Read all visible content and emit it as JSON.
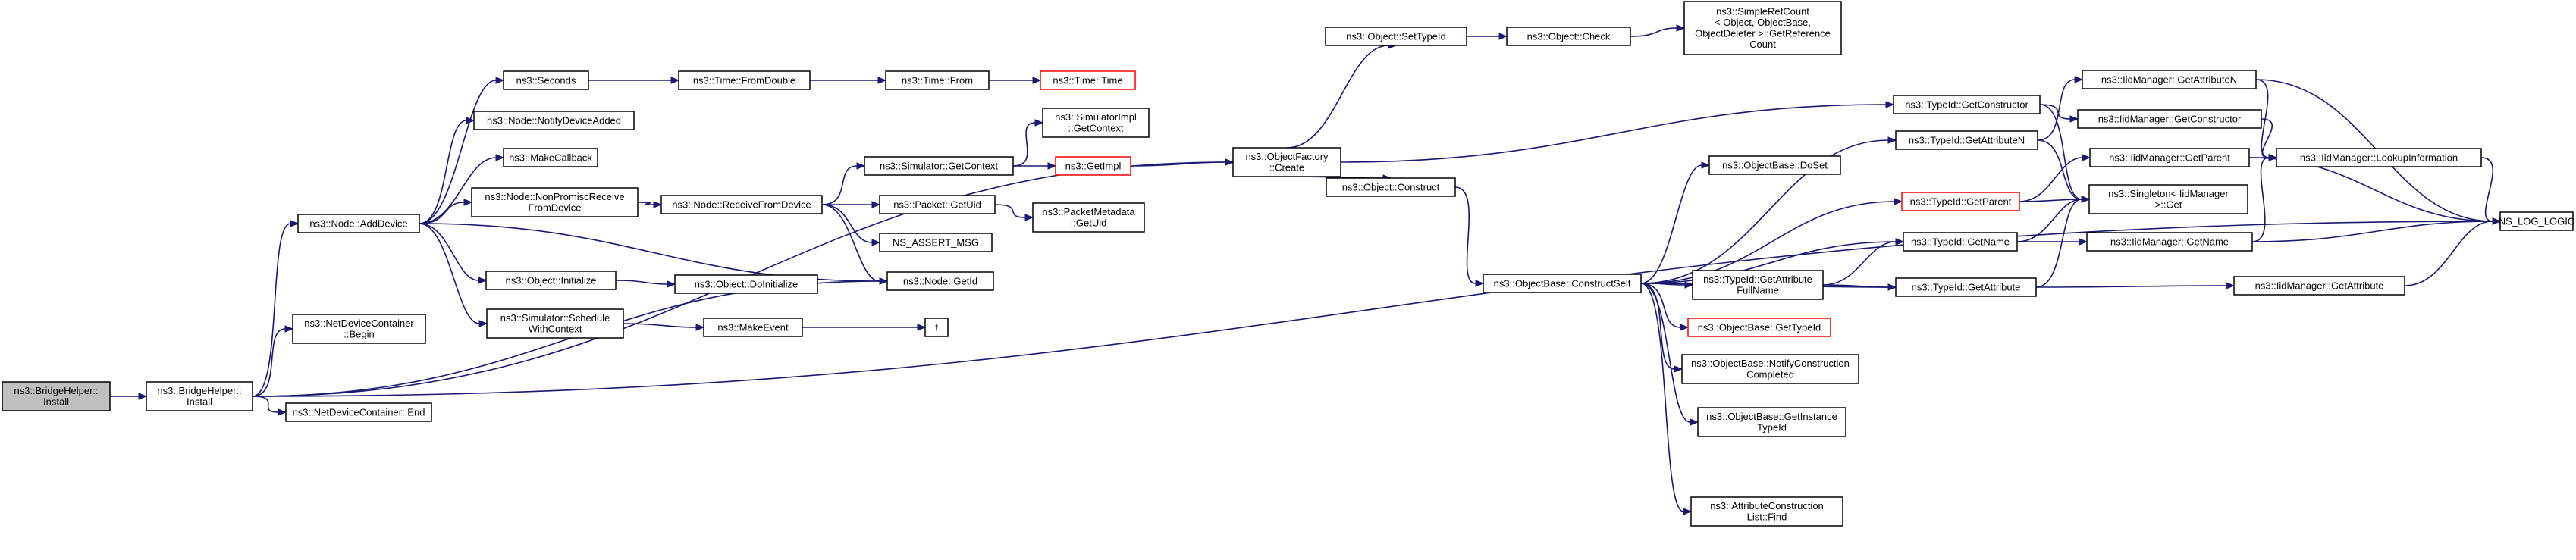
{
  "colors": {
    "edge": "#191970",
    "node_border": "#000000",
    "external_border": "#ff0000",
    "start_fill": "#bfbfbf",
    "background": "#ffffff"
  },
  "nodes": [
    {
      "id": "bh_install",
      "lines": [
        "ns3::BridgeHelper::",
        "Install"
      ],
      "style": "start"
    },
    {
      "id": "bh_install2",
      "lines": [
        "ns3::BridgeHelper::",
        "Install"
      ]
    },
    {
      "id": "node_adddevice",
      "lines": [
        "ns3::Node::AddDevice"
      ]
    },
    {
      "id": "ndc_begin",
      "lines": [
        "ns3::NetDeviceContainer",
        "::Begin"
      ]
    },
    {
      "id": "ndc_end",
      "lines": [
        "ns3::NetDeviceContainer::End"
      ]
    },
    {
      "id": "seconds",
      "lines": [
        "ns3::Seconds"
      ]
    },
    {
      "id": "notify_added",
      "lines": [
        "ns3::Node::NotifyDeviceAdded"
      ]
    },
    {
      "id": "makecallback",
      "lines": [
        "ns3::MakeCallback"
      ]
    },
    {
      "id": "nonpromisc",
      "lines": [
        "ns3::Node::NonPromiscReceive",
        "FromDevice"
      ]
    },
    {
      "id": "obj_initialize",
      "lines": [
        "ns3::Object::Initialize"
      ]
    },
    {
      "id": "sched_ctx",
      "lines": [
        "ns3::Simulator::Schedule",
        "WithContext"
      ]
    },
    {
      "id": "time_fromdouble",
      "lines": [
        "ns3::Time::FromDouble"
      ]
    },
    {
      "id": "time_from",
      "lines": [
        "ns3::Time::From"
      ]
    },
    {
      "id": "time_time",
      "lines": [
        "ns3::Time::Time"
      ],
      "style": "red"
    },
    {
      "id": "recv_from_dev",
      "lines": [
        "ns3::Node::ReceiveFromDevice"
      ]
    },
    {
      "id": "obj_doinit",
      "lines": [
        "ns3::Object::DoInitialize"
      ]
    },
    {
      "id": "makeevent",
      "lines": [
        "ns3::MakeEvent"
      ]
    },
    {
      "id": "f",
      "lines": [
        "f"
      ]
    },
    {
      "id": "sim_getctx",
      "lines": [
        "ns3::Simulator::GetContext"
      ]
    },
    {
      "id": "packet_getuid",
      "lines": [
        "ns3::Packet::GetUid"
      ]
    },
    {
      "id": "ns_assert",
      "lines": [
        "NS_ASSERT_MSG"
      ]
    },
    {
      "id": "node_getid",
      "lines": [
        "ns3::Node::GetId"
      ]
    },
    {
      "id": "simimpl_getctx",
      "lines": [
        "ns3::SimulatorImpl",
        "::GetContext"
      ]
    },
    {
      "id": "getimpl",
      "lines": [
        "ns3::GetImpl"
      ],
      "style": "red"
    },
    {
      "id": "pm_getuid",
      "lines": [
        "ns3::PacketMetadata",
        "::GetUid"
      ]
    },
    {
      "id": "of_create",
      "lines": [
        "ns3::ObjectFactory",
        "::Create"
      ]
    },
    {
      "id": "settypeid",
      "lines": [
        "ns3::Object::SetTypeId"
      ]
    },
    {
      "id": "obj_check",
      "lines": [
        "ns3::Object::Check"
      ]
    },
    {
      "id": "simplerefcount",
      "lines": [
        "ns3::SimpleRefCount",
        "< Object, ObjectBase,",
        "ObjectDeleter >::GetReference",
        "Count"
      ]
    },
    {
      "id": "obj_construct",
      "lines": [
        "ns3::Object::Construct"
      ]
    },
    {
      "id": "ob_constructself",
      "lines": [
        "ns3::ObjectBase::ConstructSelf"
      ]
    },
    {
      "id": "ob_doset",
      "lines": [
        "ns3::ObjectBase::DoSet"
      ]
    },
    {
      "id": "tid_getparent",
      "lines": [
        "ns3::TypeId::GetParent"
      ],
      "style": "red"
    },
    {
      "id": "tid_getname",
      "lines": [
        "ns3::TypeId::GetName"
      ]
    },
    {
      "id": "tid_getattrfull",
      "lines": [
        "ns3::TypeId::GetAttribute",
        "FullName"
      ]
    },
    {
      "id": "ob_gettypeid",
      "lines": [
        "ns3::ObjectBase::GetTypeId"
      ],
      "style": "red"
    },
    {
      "id": "ob_notify",
      "lines": [
        "ns3::ObjectBase::NotifyConstruction",
        "Completed"
      ]
    },
    {
      "id": "ob_getinst",
      "lines": [
        "ns3::ObjectBase::GetInstance",
        "TypeId"
      ]
    },
    {
      "id": "acl_find",
      "lines": [
        "ns3::AttributeConstruction",
        "List::Find"
      ]
    },
    {
      "id": "tid_getconstructor",
      "lines": [
        "ns3::TypeId::GetConstructor"
      ]
    },
    {
      "id": "tid_getattrn",
      "lines": [
        "ns3::TypeId::GetAttributeN"
      ]
    },
    {
      "id": "tid_getattribute",
      "lines": [
        "ns3::TypeId::GetAttribute"
      ]
    },
    {
      "id": "singleton_get",
      "lines": [
        "ns3::Singleton< IidManager",
        ">::Get"
      ]
    },
    {
      "id": "iid_getattrn",
      "lines": [
        "ns3::IidManager::GetAttributeN"
      ]
    },
    {
      "id": "iid_getconstructor",
      "lines": [
        "ns3::IidManager::GetConstructor"
      ]
    },
    {
      "id": "iid_getparent",
      "lines": [
        "ns3::IidManager::GetParent"
      ]
    },
    {
      "id": "iid_getname",
      "lines": [
        "ns3::IidManager::GetName"
      ]
    },
    {
      "id": "iid_getattribute",
      "lines": [
        "ns3::IidManager::GetAttribute"
      ]
    },
    {
      "id": "iid_lookup",
      "lines": [
        "ns3::IidManager::LookupInformation"
      ]
    },
    {
      "id": "ns_log_logic",
      "lines": [
        "NS_LOG_LOGIC"
      ]
    }
  ]
}
